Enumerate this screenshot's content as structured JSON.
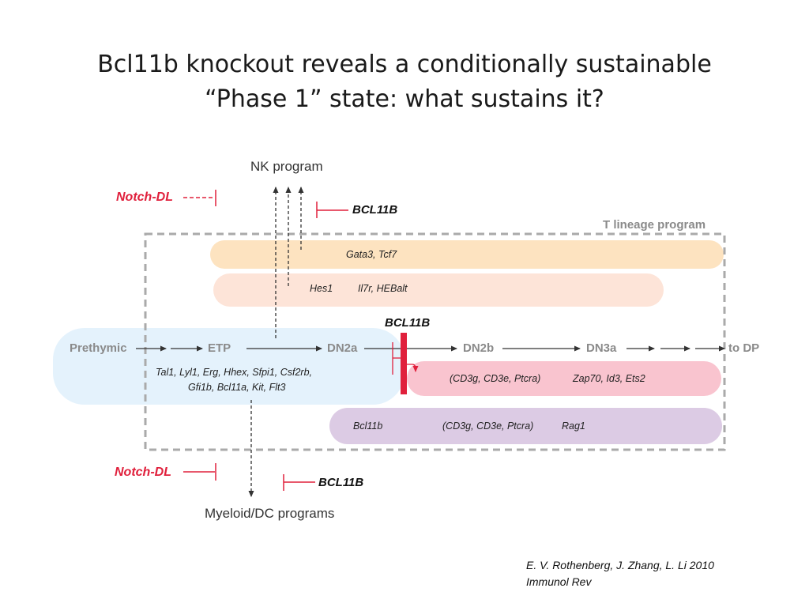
{
  "slide": {
    "title_line1": "Bcl11b knockout reveals a conditionally sustainable",
    "title_line2": "“Phase 1” state: what sustains it?",
    "citation_line1": "E. V. Rothenberg, J. Zhang, L. Li 2010",
    "citation_line2": "Immunol Rev"
  },
  "diagram": {
    "nk_program": "NK program",
    "myeloid_program": "Myeloid/DC programs",
    "t_lineage_program": "T lineage program",
    "notch_dl_top": "Notch-DL",
    "notch_dl_bottom": "Notch-DL",
    "bcl11b_top": "BCL11B",
    "bcl11b_middle": "BCL11B",
    "bcl11b_bottom": "BCL11B",
    "stages": {
      "prethymic": "Prethymic",
      "etp": "ETP",
      "dn2a": "DN2a",
      "dn2b": "DN2b",
      "dn3a": "DN3a",
      "to_dp": "to DP"
    },
    "genes": {
      "gata3_tcf7": "Gata3, Tcf7",
      "hes1": "Hes1",
      "il7r_hebalt": "Il7r, HEBalt",
      "early_line1": "Tal1, Lyl1, Erg, Hhex, Sfpi1, Csf2rb,",
      "early_line2": "Gfi1b, Bcl11a,  Kit, Flt3",
      "pink_cd3": "(CD3g, CD3e, Ptcra)",
      "pink_rest": "Zap70, Id3, Ets2",
      "purple_bcl11b": "Bcl11b",
      "purple_cd3": "(CD3g, CD3e, Ptcra)",
      "purple_rag1": "Rag1"
    },
    "colors": {
      "notch_red": "#e0203c",
      "gata3_band": "#fde3c0",
      "hes1_band": "#fde4d8",
      "early_band": "#e4f2fc",
      "pink_band": "#f9c4cf",
      "purple_band": "#dccbe4",
      "dashed_box": "#aaaaaa"
    }
  }
}
